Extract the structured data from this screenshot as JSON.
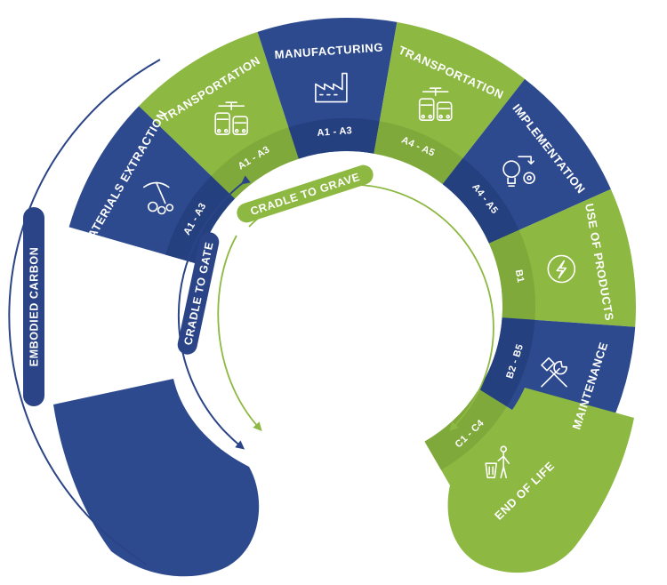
{
  "colors": {
    "blue": "#2e4a8f",
    "blue_dark": "#25407f",
    "green": "#8db842",
    "green_dark": "#7fa93a",
    "arc_blue": "#2a4487",
    "arc_green": "#8db842"
  },
  "segments": [
    {
      "id": "materials-extraction",
      "title": "MATERIALS EXTRACTION",
      "code": "A1 - A3",
      "color": "blue",
      "icon": "pickaxe-rocks-icon"
    },
    {
      "id": "transportation-a1",
      "title": "TRANSPORTATION",
      "code": "A1 - A3",
      "color": "green",
      "icon": "transport-icon"
    },
    {
      "id": "manufacturing",
      "title": "MANUFACTURING",
      "code": "A1 - A3",
      "color": "blue",
      "icon": "factory-icon"
    },
    {
      "id": "transportation-a4",
      "title": "TRANSPORTATION",
      "code": "A4 - A5",
      "color": "green",
      "icon": "transport-icon"
    },
    {
      "id": "implementation",
      "title": "IMPLEMENTATION",
      "code": "A4 - A5",
      "color": "blue",
      "icon": "lightbulb-gear-icon"
    },
    {
      "id": "use-of-products",
      "title": "USE OF PRODUCTS",
      "code": "B1",
      "color": "green",
      "icon": "power-icon"
    },
    {
      "id": "maintenance",
      "title": "MAINTENANCE",
      "code": "B2 - B5",
      "color": "blue",
      "icon": "wrench-hammer-icon"
    },
    {
      "id": "end-of-life",
      "title": "END OF LIFE",
      "code": "C1 - C4",
      "color": "green",
      "icon": "trash-person-icon"
    }
  ],
  "labels": {
    "embodied_carbon": "EMBODIED CARBON",
    "cradle_to_gate": "CRADLE TO GATE",
    "cradle_to_grave": "CRADLE TO GRAVE"
  }
}
